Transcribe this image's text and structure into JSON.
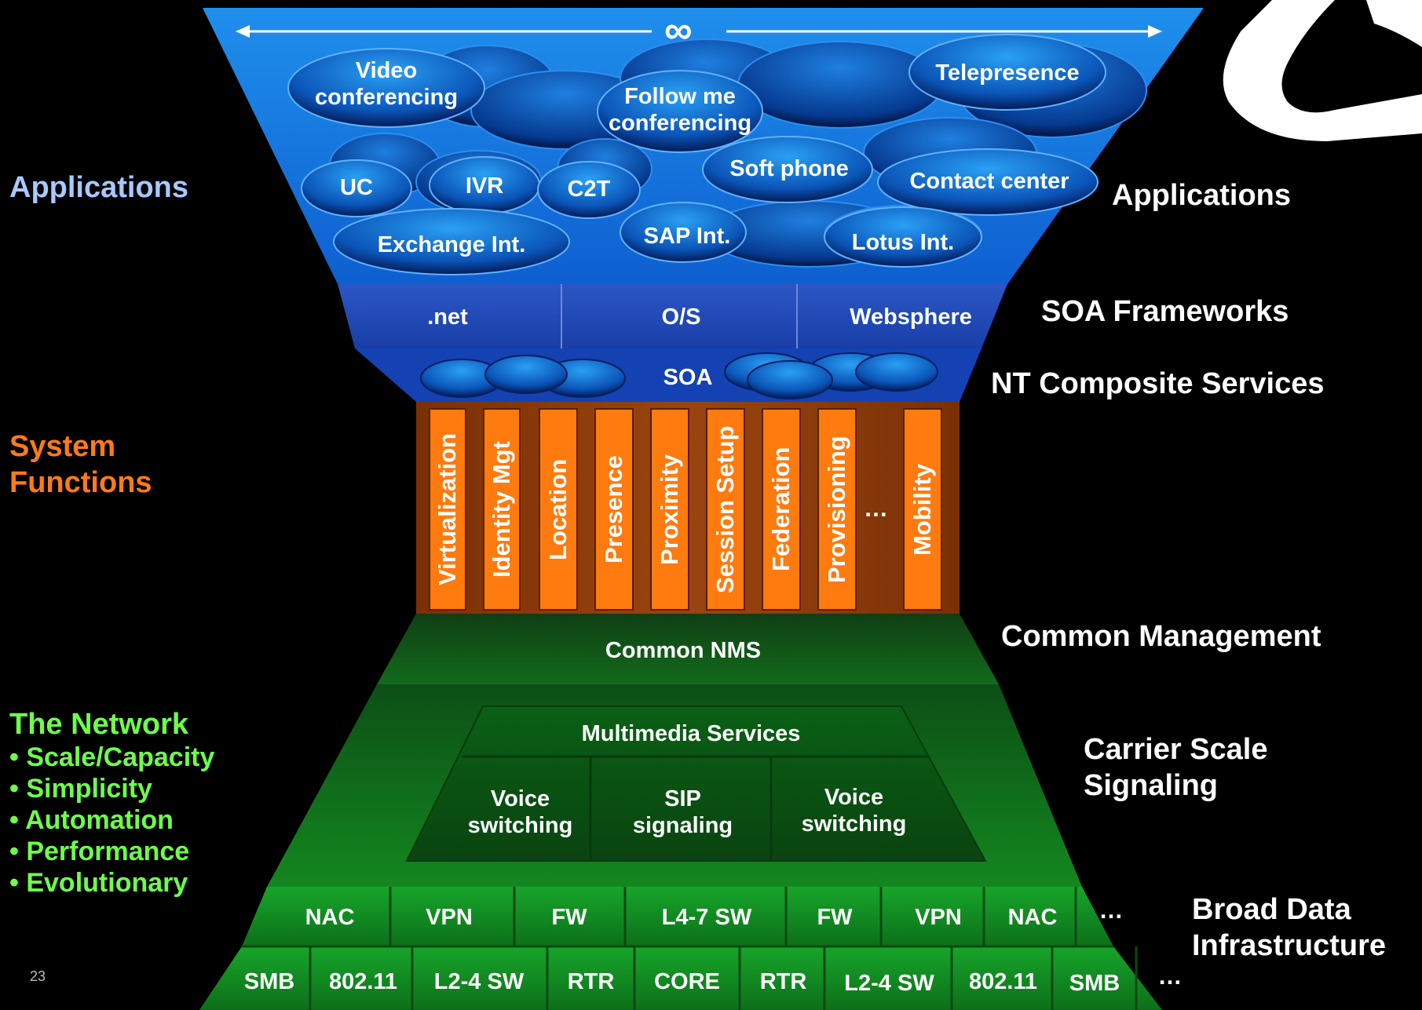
{
  "top_symbol": "∞",
  "bubbles": {
    "video_conferencing": "Video conferencing",
    "follow_me": "Follow me conferencing",
    "telepresence": "Telepresence",
    "uc": "UC",
    "ivr": "IVR",
    "c2t": "C2T",
    "soft_phone": "Soft phone",
    "contact_center": "Contact center",
    "exchange": "Exchange Int.",
    "sap": "SAP Int.",
    "lotus": "Lotus Int."
  },
  "frameworks": [
    ".net",
    "O/S",
    "Websphere"
  ],
  "soa_label": "SOA",
  "functions": [
    "Virtualization",
    "Identity Mgt",
    "Location",
    "Presence",
    "Proximity",
    "Session Setup",
    "Federation",
    "Provisioning",
    "…",
    "Mobility"
  ],
  "nms_label": "Common NMS",
  "multimedia_label": "Multimedia Services",
  "signaling": [
    "Voice switching",
    "SIP signaling",
    "Voice switching"
  ],
  "row1": [
    "NAC",
    "VPN",
    "FW",
    "L4-7 SW",
    "FW",
    "VPN",
    "NAC",
    "…"
  ],
  "row2": [
    "SMB",
    "802.11",
    "L2-4 SW",
    "RTR",
    "CORE",
    "RTR",
    "L2-4 SW",
    "802.11",
    "SMB",
    "…"
  ],
  "left": {
    "applications": "Applications",
    "system_functions_1": "System",
    "system_functions_2": "Functions",
    "network_title": "The Network",
    "network_points": [
      "• Scale/Capacity",
      "• Simplicity",
      "• Automation",
      "• Performance",
      "• Evolutionary"
    ]
  },
  "right": {
    "applications": "Applications",
    "soa_frameworks": "SOA Frameworks",
    "nt_composite": "NT Composite Services",
    "common_mgmt": "Common Management",
    "carrier_1": "Carrier Scale",
    "carrier_2": "Signaling",
    "broad_1": "Broad Data",
    "broad_2": "Infrastructure"
  },
  "page_number": "23",
  "colors": {
    "blue_top": "#1a8ae8",
    "blue_bottom": "#0a3fb0",
    "orange_band": "#8a3b08",
    "orange_box": "#ff7a0f",
    "green_dark": "#0a4a14",
    "green_light": "#1ea62c",
    "label_blue": "#a9c8ff",
    "label_orange": "#ff7a1a",
    "label_green": "#6dff4a"
  }
}
